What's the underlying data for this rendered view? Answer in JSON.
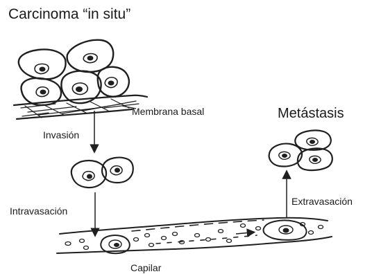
{
  "diagram": {
    "title": "Carcinoma “in situ”",
    "labels": {
      "membrane": "Membrana basal",
      "invasion": "Invasión",
      "intravasation": "Intravasación",
      "metastasis": "Metástasis",
      "extravasation": "Extravasación",
      "capillary": "Capilar"
    },
    "colors": {
      "ink": "#1f1f1f",
      "paper": "#ffffff"
    }
  }
}
